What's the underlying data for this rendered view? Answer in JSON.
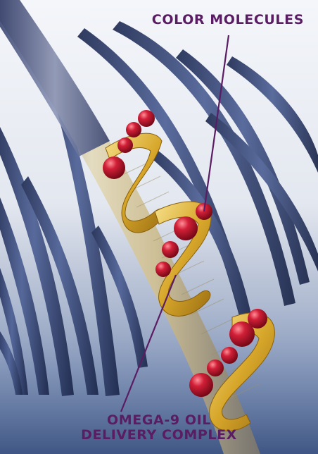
{
  "labels": {
    "color_molecules": "COLOR MOLECULES",
    "omega_complex_line1": "OMEGA-9 OIL",
    "omega_complex_line2": "DELIVERY COMPLEX"
  },
  "colors": {
    "label_text": "#5a1c63",
    "leader_line": "#5a1c63",
    "background_top": "#f4f6fa",
    "background_bottom": "#5a6f9a",
    "hair_strand": "#2f3f6e",
    "main_hair_shaft": "#d3c9a8",
    "ribbon_gold": "#d7a72b",
    "molecule_red": "#c2152d"
  },
  "icons": {
    "hair_strand": "hair-strand-icon",
    "molecule": "color-molecule-icon",
    "ribbon": "oil-ribbon-icon"
  }
}
